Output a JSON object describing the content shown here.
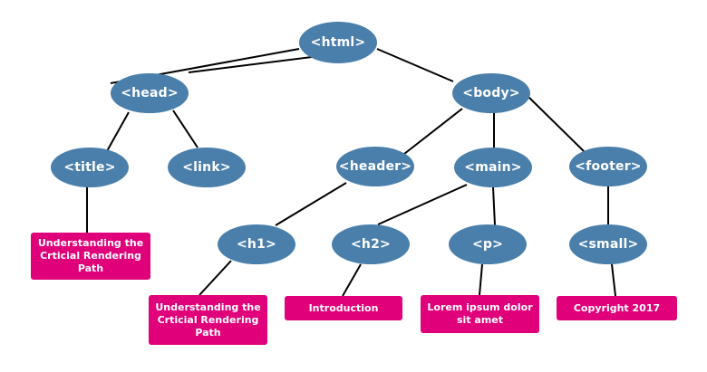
{
  "colors": {
    "node_fill": "#4a7fab",
    "leaf_fill": "#e0007a",
    "edge": "#000000",
    "text": "#ffffff"
  },
  "nodes": {
    "html": "<html>",
    "head": "<head>",
    "body": "<body>",
    "title": "<title>",
    "link": "<link>",
    "header": "<header>",
    "main": "<main>",
    "footer": "<footer>",
    "h1": "<h1>",
    "h2": "<h2>",
    "p": "<p>",
    "small": "<small>"
  },
  "leaves": {
    "title_text": "Understanding the Crticial Rendering Path",
    "h1_text": "Understanding the Crticial Rendering Path",
    "h2_text": "Introduction",
    "p_text": "Lorem ipsum dolor sit amet",
    "small_text": "Copyright 2017"
  }
}
